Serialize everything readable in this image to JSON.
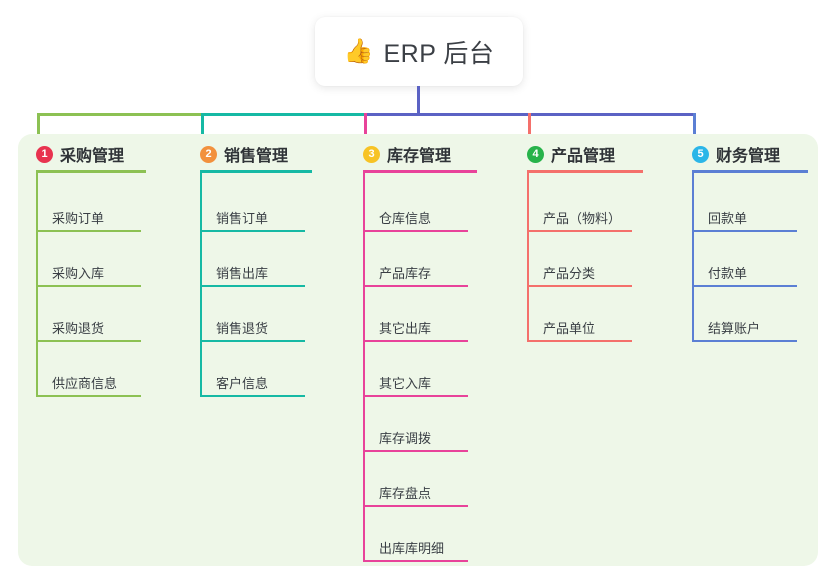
{
  "diagram": {
    "type": "mind-map",
    "root": {
      "icon": "thumbs-up-icon",
      "icon_glyph": "👍",
      "title": "ERP 后台"
    },
    "palette": {
      "panel_background": "#eef7e8",
      "page_background": "#ffffff",
      "root_drop_line": "#5b62c4",
      "text": "#3a3f45"
    },
    "branches": [
      {
        "number": "1",
        "title": "采购管理",
        "badge_color": "#e8334f",
        "line_color": "#8cc153",
        "items": [
          "采购订单",
          "采购入库",
          "采购退货",
          "供应商信息"
        ]
      },
      {
        "number": "2",
        "title": "销售管理",
        "badge_color": "#f2913d",
        "line_color": "#16b9a4",
        "items": [
          "销售订单",
          "销售出库",
          "销售退货",
          "客户信息"
        ]
      },
      {
        "number": "3",
        "title": "库存管理",
        "badge_color": "#f7c325",
        "line_color": "#e8439a",
        "items": [
          "仓库信息",
          "产品库存",
          "其它出库",
          "其它入库",
          "库存调拨",
          "库存盘点",
          "出库库明细"
        ]
      },
      {
        "number": "4",
        "title": "产品管理",
        "badge_color": "#27b34a",
        "line_color": "#f4706b",
        "items": [
          "产品（物料）",
          "产品分类",
          "产品单位"
        ]
      },
      {
        "number": "5",
        "title": "财务管理",
        "badge_color": "#2bb6e8",
        "line_color": "#5b7fd4",
        "items": [
          "回款单",
          "付款单",
          "结算账户"
        ]
      }
    ]
  }
}
